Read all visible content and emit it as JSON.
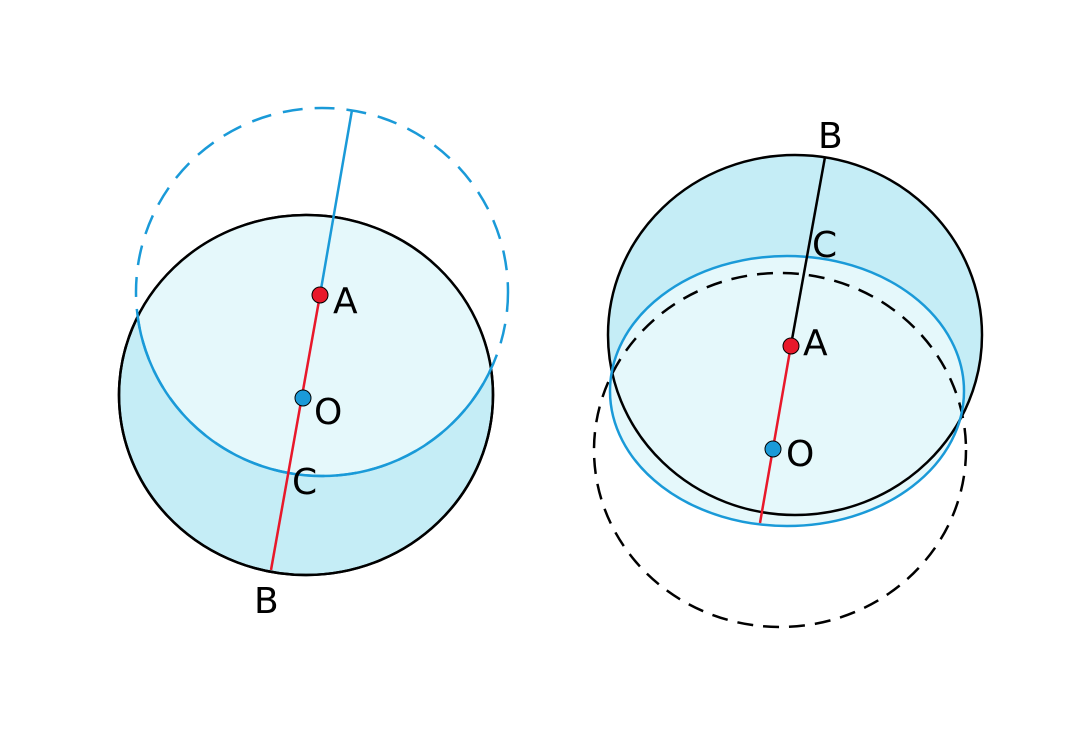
{
  "colors": {
    "fill_dark": "#c5edf6",
    "fill_light": "#e5f8fb",
    "stroke_black": "#000000",
    "stroke_blue": "#1a9ad8",
    "segment_red": "#e8182a",
    "point_A": "#e8182a",
    "point_O": "#1a9ad8",
    "background": "#ffffff"
  },
  "left_figure": {
    "label_A": "A",
    "label_O": "O",
    "label_C": "C",
    "label_B": "B"
  },
  "right_figure": {
    "label_A": "A",
    "label_O": "O",
    "label_C": "C",
    "label_B": "B"
  }
}
